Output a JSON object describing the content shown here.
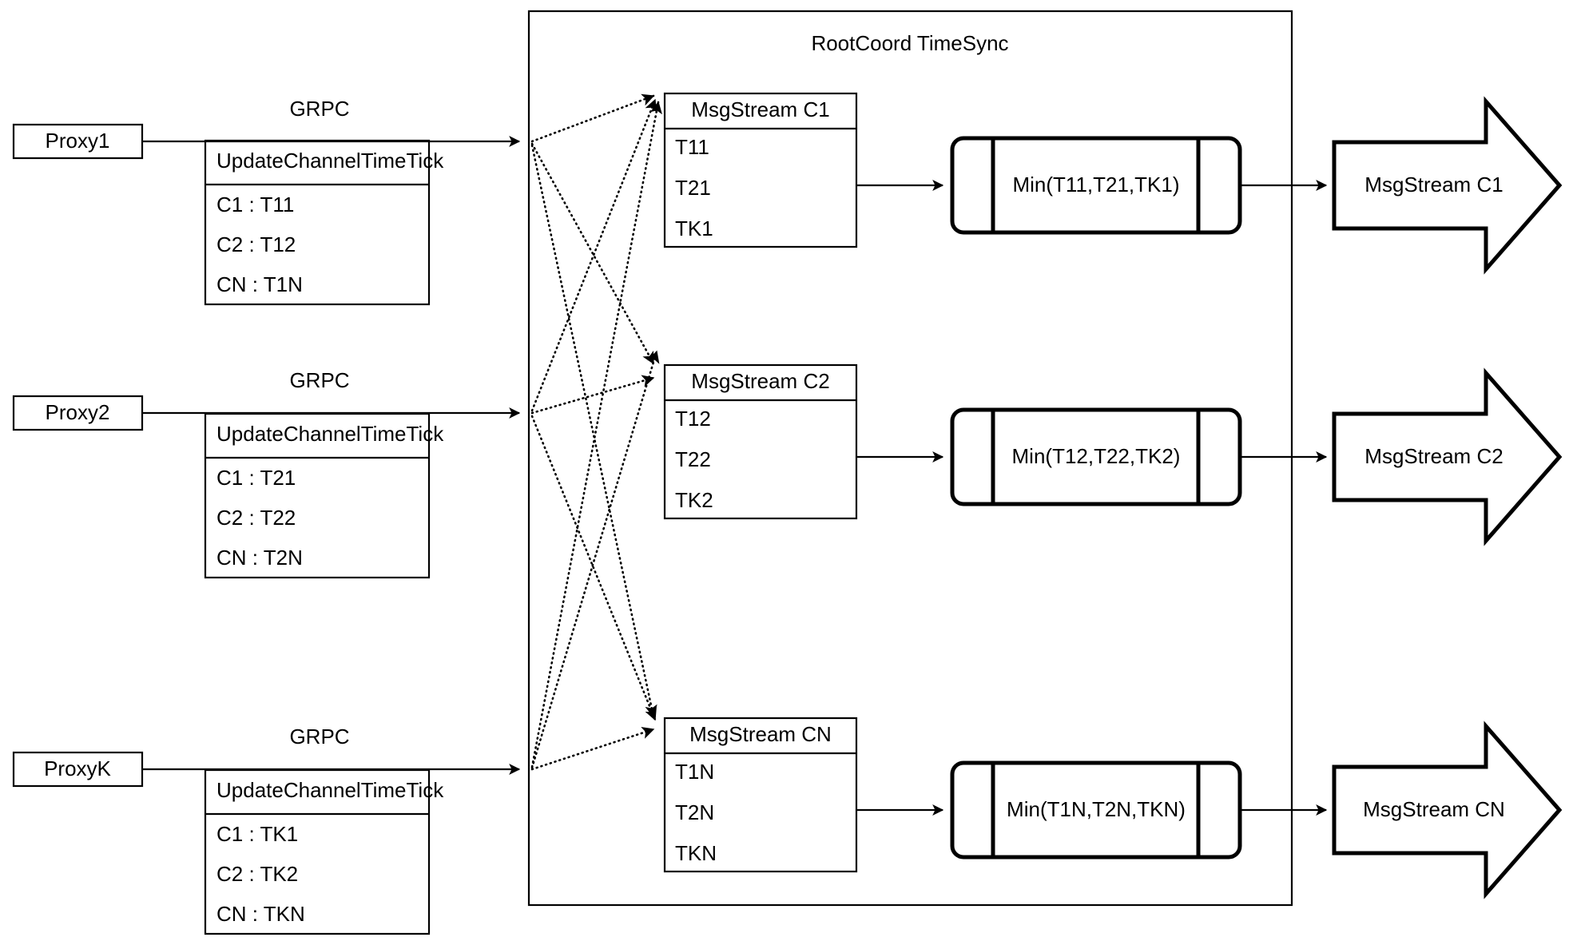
{
  "diagram": {
    "container_title": "RootCoord TimeSync",
    "rows": [
      {
        "proxy": "Proxy1",
        "link_label": "GRPC",
        "tick_card": {
          "title": "UpdateChannelTimeTick",
          "rows": [
            "C1 :  T11",
            "C2 :  T12",
            "CN : T1N"
          ]
        },
        "msgstream": {
          "title": "MsgStream C1",
          "rows": [
            "T11",
            "T21",
            "TK1"
          ]
        },
        "min_node": "Min(T11,T21,TK1)",
        "output": "MsgStream C1"
      },
      {
        "proxy": "Proxy2",
        "link_label": "GRPC",
        "tick_card": {
          "title": "UpdateChannelTimeTick",
          "rows": [
            "C1 :  T21",
            "C2 :  T22",
            "CN : T2N"
          ]
        },
        "msgstream": {
          "title": "MsgStream C2",
          "rows": [
            "T12",
            "T22",
            "TK2"
          ]
        },
        "min_node": "Min(T12,T22,TK2)",
        "output": "MsgStream C2"
      },
      {
        "proxy": "ProxyK",
        "link_label": "GRPC",
        "tick_card": {
          "title": "UpdateChannelTimeTick",
          "rows": [
            "C1 :  TK1",
            "C2 :  TK2",
            "CN : TKN"
          ]
        },
        "msgstream": {
          "title": "MsgStream CN",
          "rows": [
            "T1N",
            "T2N",
            "TKN"
          ]
        },
        "min_node": "Min(T1N,T2N,TKN)",
        "output": "MsgStream CN"
      }
    ],
    "colors": {
      "stroke": "#000000",
      "fill": "#ffffff",
      "background": "#ffffff"
    }
  }
}
